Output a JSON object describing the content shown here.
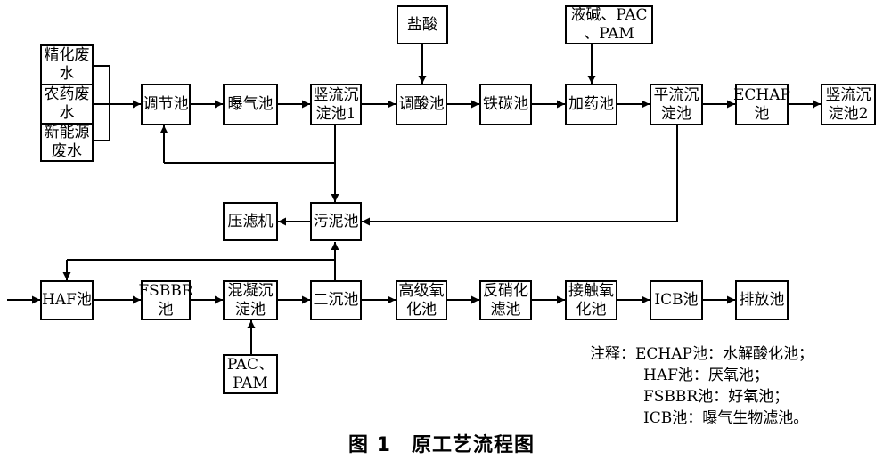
{
  "nodes": {
    "jinghua": "精化废\n水",
    "nongyao": "农药废\n水",
    "xinnengyuan": "新能源\n废水",
    "tiaojie": "调节池",
    "puqi": "曝气池",
    "shuliu1": "竖流沉\n淀池1",
    "tiaosuan": "调酸池",
    "tietan": "铁碳池",
    "jiayao": "加药池",
    "pingliu": "平流沉\n淀池",
    "echap": "ECHAP\n池",
    "shuliu2": "竖流沉\n淀池2",
    "yansuan": "盐酸",
    "yejian": "液碱、PAC\n、PAM",
    "yalv": "压滤机",
    "wuni": "污泥池",
    "haf": "HAF池",
    "fsbbr": "FSBBR\n池",
    "hunning": "混凝沉\n淀池",
    "erchen": "二沉池",
    "gaoji": "高级氧\n化池",
    "fanxiao": "反硝化\n滤池",
    "jiechu": "接触氧\n化池",
    "icb": "ICB池",
    "paifang": "排放池",
    "pacpam": "PAC、\nPAM"
  },
  "notes": [
    "注释：ECHAP池：水解酸化池；",
    "HAF池：厌氧池；",
    "FSBBR池：好氧池；",
    "ICB池：曝气生物滤池。"
  ],
  "caption": "图 1　原工艺流程图"
}
